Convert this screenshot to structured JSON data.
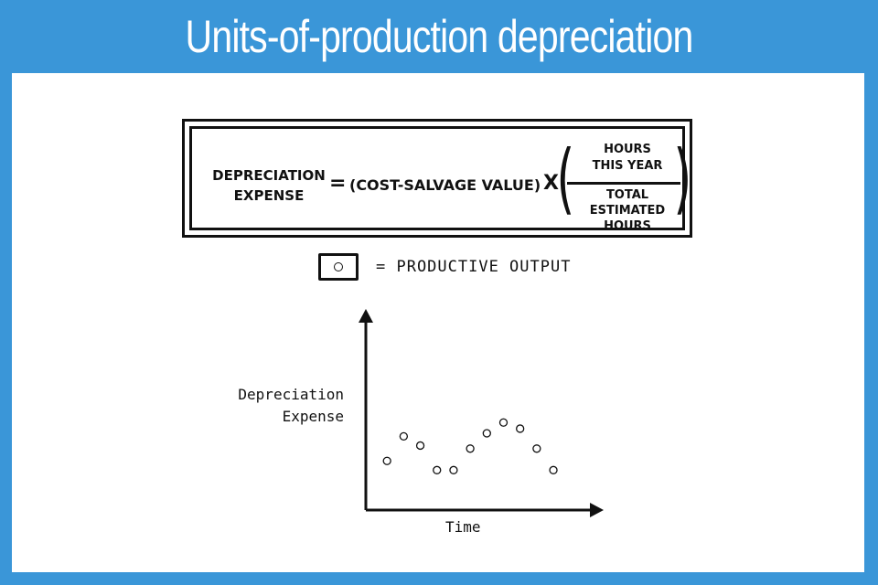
{
  "title": "Units-of-production depreciation",
  "formula": {
    "lhs_line1": "DEPRECIATION",
    "lhs_line2": "EXPENSE",
    "equals": "=",
    "middle": "(COST-SALVAGE VALUE)",
    "times": "X",
    "numerator_line1": "HOURS",
    "numerator_line2": "THIS YEAR",
    "denominator_line1": "TOTAL",
    "denominator_line2": "ESTIMATED",
    "denominator_line3": "HOURS"
  },
  "legend": {
    "label": "= PRODUCTIVE OUTPUT"
  },
  "chart_data": {
    "type": "scatter",
    "ylabel_line1": "Depreciation",
    "ylabel_line2": "Expense",
    "xlabel": "Time",
    "grid": false,
    "points": [
      {
        "x": 1,
        "y": 3.2
      },
      {
        "x": 2,
        "y": 4.8
      },
      {
        "x": 3,
        "y": 4.2
      },
      {
        "x": 4,
        "y": 2.6
      },
      {
        "x": 5,
        "y": 2.6
      },
      {
        "x": 6,
        "y": 4.0
      },
      {
        "x": 7,
        "y": 5.0
      },
      {
        "x": 8,
        "y": 5.7
      },
      {
        "x": 9,
        "y": 5.3
      },
      {
        "x": 10,
        "y": 4.0
      },
      {
        "x": 11,
        "y": 2.6
      }
    ],
    "xlim": [
      0,
      12
    ],
    "ylim": [
      0,
      13
    ]
  }
}
